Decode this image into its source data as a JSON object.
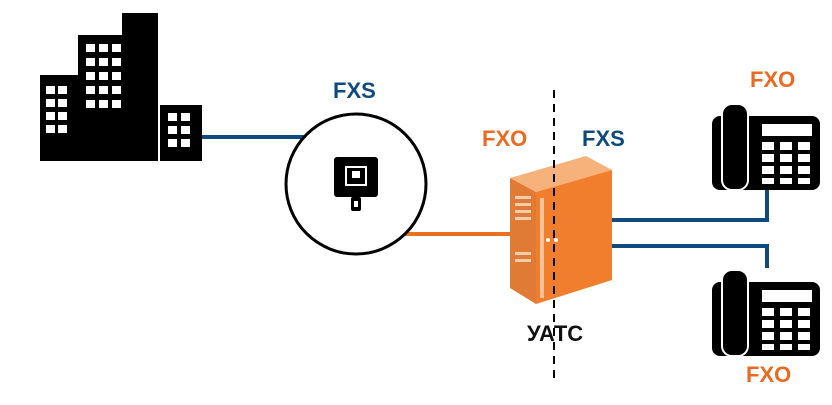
{
  "labels": {
    "fxs_socket": "FXS",
    "fxo_pbx_left": "FXO",
    "fxs_pbx_right": "FXS",
    "fxo_phone_top": "FXO",
    "fxo_phone_bottom": "FXO",
    "pbx_name": "УАТС"
  },
  "colors": {
    "blue_line": "#0e4a7e",
    "orange_line": "#e8701f",
    "fxs_text": "#0e4a7e",
    "fxo_text": "#ec6a1f",
    "icon": "#000000"
  },
  "icons": [
    "office-building-icon",
    "phone-socket-icon",
    "pbx-server-icon",
    "desk-phone-icon"
  ]
}
